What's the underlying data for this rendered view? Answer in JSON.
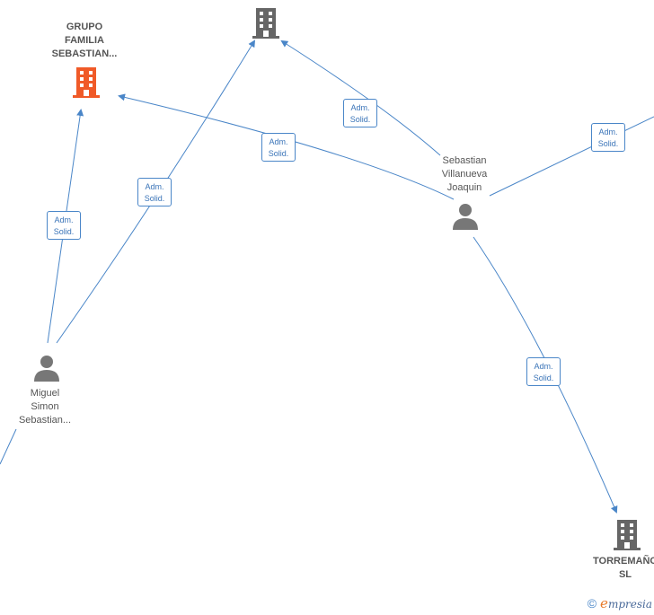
{
  "nodes": {
    "grupo_familia": {
      "label_lines": [
        "GRUPO",
        "FAMILIA",
        "SEBASTIAN..."
      ],
      "color": "#f05a28"
    },
    "top_company": {
      "label_lines": [],
      "color": "#666666"
    },
    "sebastian_villanueva": {
      "label_lines": [
        "Sebastian",
        "Villanueva",
        "Joaquin"
      ]
    },
    "miguel_simon": {
      "label_lines": [
        "Miguel",
        "Simon",
        "Sebastian..."
      ]
    },
    "torremano": {
      "label_lines": [
        "TORREMAÑO",
        "SL"
      ],
      "color": "#666666"
    }
  },
  "edge_labels": [
    {
      "id": "e1",
      "line1": "Adm.",
      "line2": "Solid."
    },
    {
      "id": "e2",
      "line1": "Adm.",
      "line2": "Solid."
    },
    {
      "id": "e3",
      "line1": "Adm.",
      "line2": "Solid."
    },
    {
      "id": "e4",
      "line1": "Adm.",
      "line2": "Solid."
    },
    {
      "id": "e5",
      "line1": "Adm.",
      "line2": "Solid."
    },
    {
      "id": "e6",
      "line1": "Adm.",
      "line2": "Solid."
    }
  ],
  "colors": {
    "edge": "#4a86c8",
    "person_icon": "#777777"
  },
  "footer": {
    "copyright": "©",
    "brand_initial": "e",
    "brand_rest": "mpresia"
  }
}
